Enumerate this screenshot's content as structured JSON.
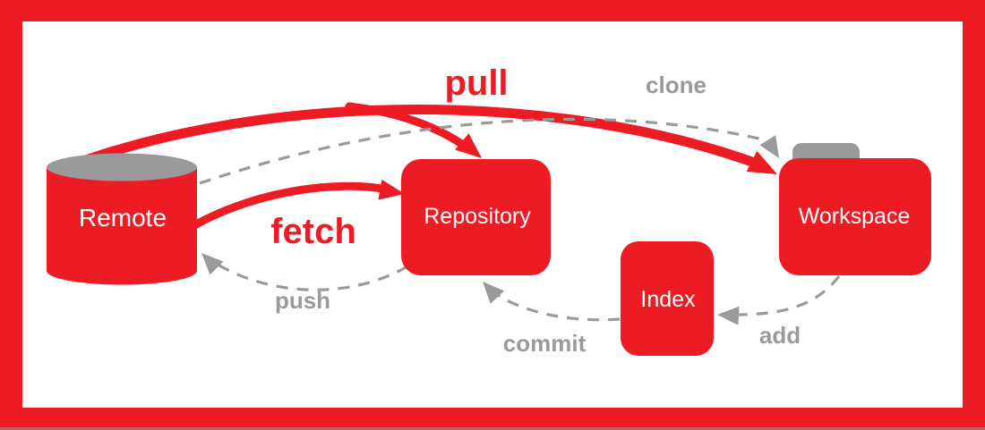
{
  "diagram": {
    "type": "git-workflow",
    "colors": {
      "accent_red": "#ED1C24",
      "gray": "#9A9A9C",
      "node_text": "#FFFFFF",
      "canvas": "#FFFFFF"
    },
    "nodes": [
      {
        "id": "remote",
        "label": "Remote",
        "shape": "database-cylinder"
      },
      {
        "id": "repository",
        "label": "Repository",
        "shape": "rounded-rectangle"
      },
      {
        "id": "index",
        "label": "Index",
        "shape": "rounded-rectangle"
      },
      {
        "id": "workspace",
        "label": "Workspace",
        "shape": "folder"
      }
    ],
    "edges": [
      {
        "label": "pull",
        "from": "remote",
        "to": "workspace",
        "also_points_to": "repository",
        "style": "solid-thick",
        "color": "#ED1C24"
      },
      {
        "label": "clone",
        "from": "remote",
        "to": "workspace",
        "style": "dashed",
        "color": "#9A9A9C"
      },
      {
        "label": "fetch",
        "from": "remote",
        "to": "repository",
        "style": "solid-thick",
        "color": "#ED1C24"
      },
      {
        "label": "push",
        "from": "repository",
        "to": "remote",
        "style": "dashed",
        "color": "#9A9A9C"
      },
      {
        "label": "commit",
        "from": "index",
        "to": "repository",
        "style": "dashed",
        "color": "#9A9A9C"
      },
      {
        "label": "add",
        "from": "workspace",
        "to": "index",
        "style": "dashed",
        "color": "#9A9A9C"
      }
    ]
  }
}
